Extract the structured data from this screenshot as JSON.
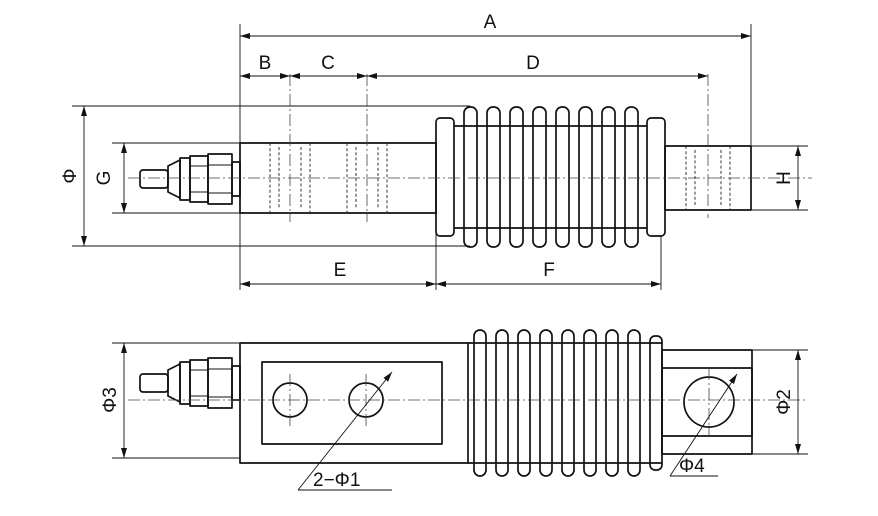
{
  "labels": {
    "A": "A",
    "B": "B",
    "C": "C",
    "D": "D",
    "E": "E",
    "F": "F",
    "G": "G",
    "H": "H",
    "phi": "Φ",
    "phi1": "2−Φ1",
    "phi2": "Φ2",
    "phi3": "Φ3",
    "phi4": "Φ4"
  }
}
